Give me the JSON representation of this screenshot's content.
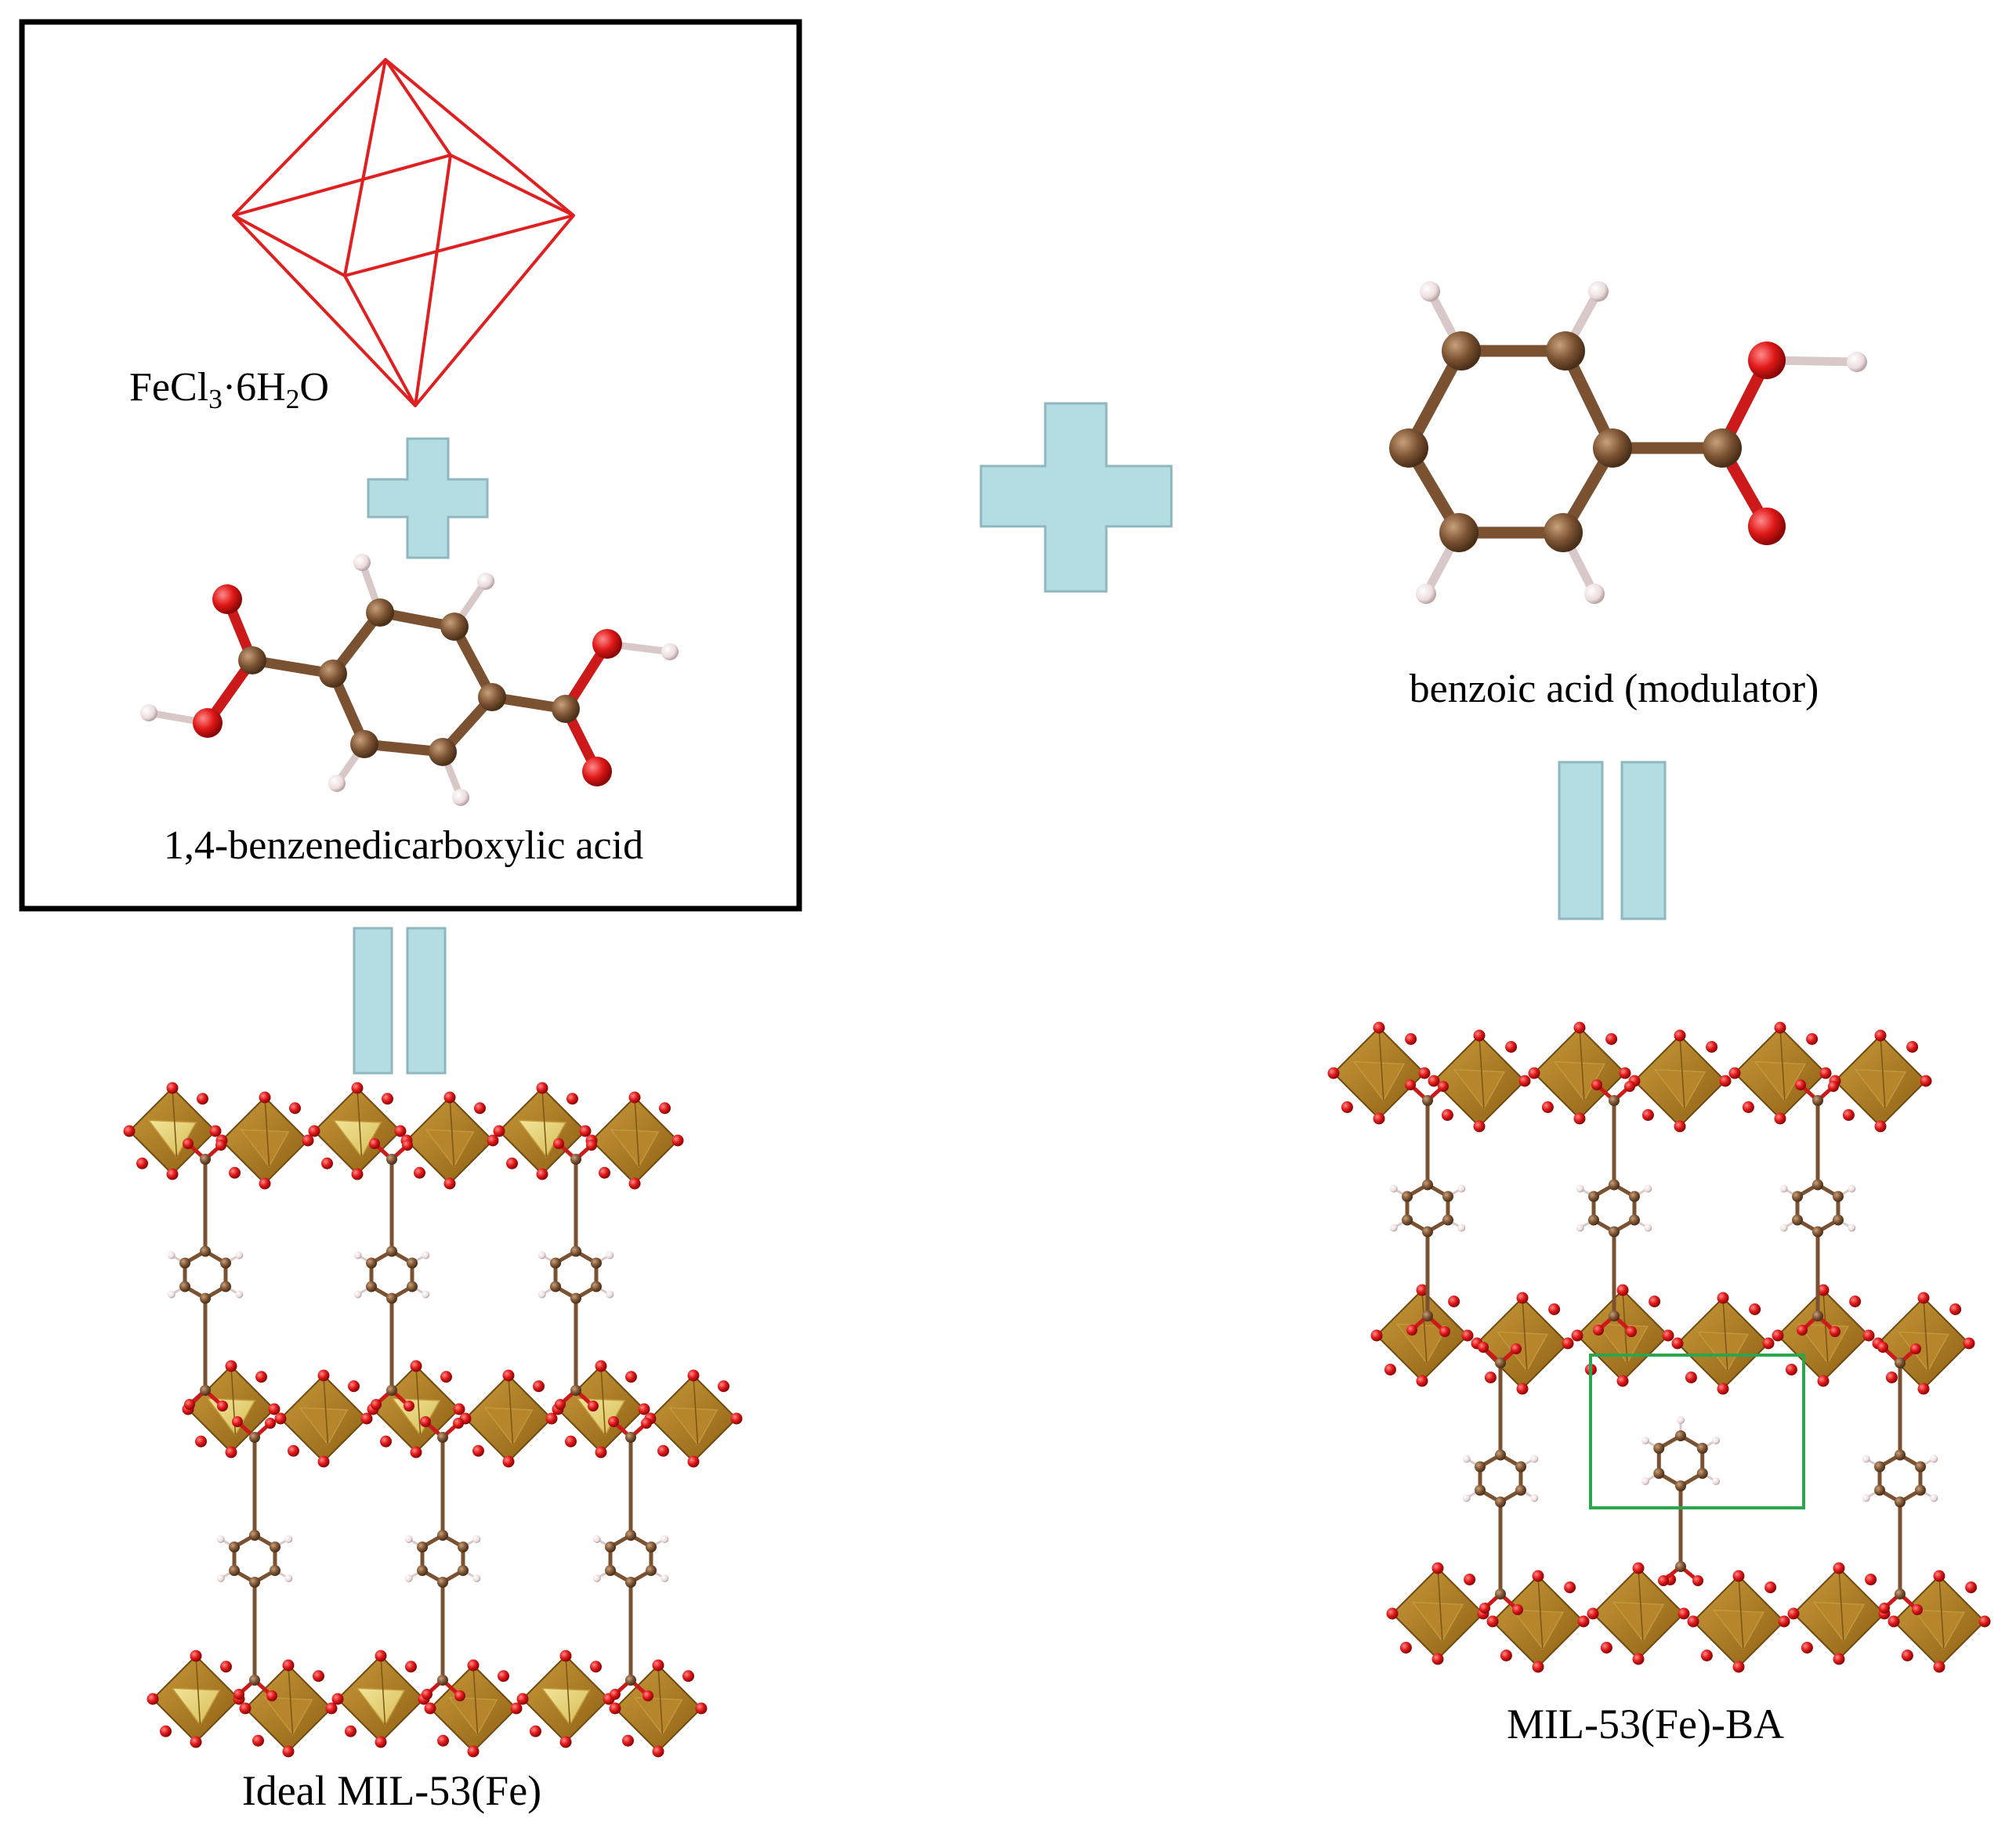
{
  "labels": {
    "iron_salt": "FeCl₃·6H₂O",
    "linker": "1,4-benzenedicarboxylic acid",
    "modulator": "benzoic acid (modulator)",
    "ideal_framework": "Ideal MIL-53(Fe)",
    "modulated_framework": "MIL-53(Fe)-BA"
  },
  "colors": {
    "octahedron_outline": "#e02020",
    "plus_fill": "#b3dde3",
    "plus_stroke": "#8fb7bf",
    "carbon": "#7a5232",
    "oxygen": "#e01818",
    "hydrogen": "#efe0e0",
    "fe_polyhedron_dark": "#a8741c",
    "fe_polyhedron_light": "#e3cf6c",
    "defect_box": "#2da44e",
    "frame": "#000000"
  }
}
